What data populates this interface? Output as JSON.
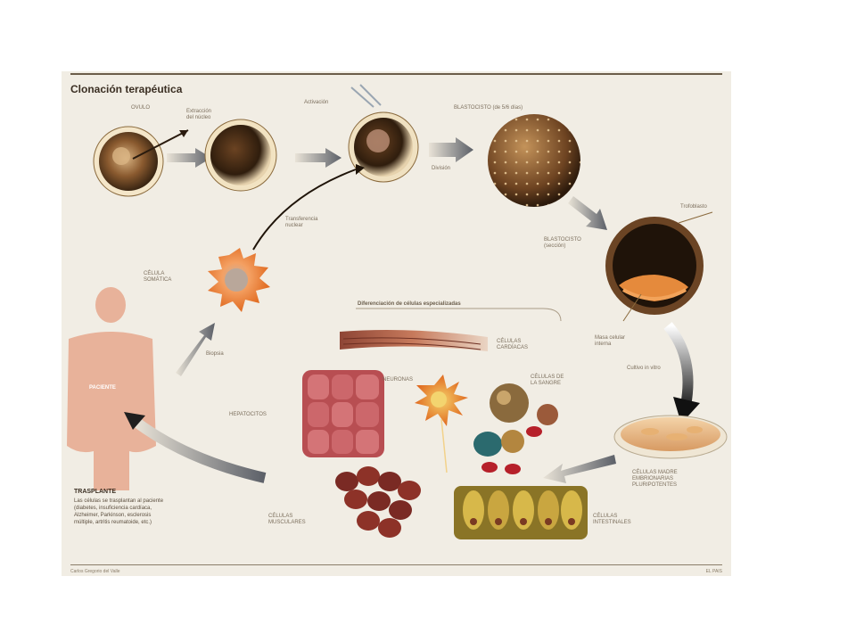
{
  "diagram": {
    "title": "Clonación terapéutica",
    "labels": {
      "ovulo": "OVULO",
      "extraccion": "Extracción\ndel núcleo",
      "activacion": "Activación",
      "blastocisto_5dias": "BLASTOCISTO (de 5/6 días)",
      "division": "División",
      "transferencia": "Transferencia\nnuclear",
      "celula_somatica": "CÉLULA\nSOMÁTICA",
      "biopsia": "Biopsia",
      "paciente": "PACIENTE",
      "trofoblasto": "Trofoblasto",
      "blastocisto_seccion": "BLASTOCISTO\n(sección)",
      "masa_celular": "Masa celular\ninterna",
      "cultivo": "Cultivo in vitro",
      "madre": "CÉLULAS MADRE\nEMBRIONARIAS\nPLURIPOTENTES",
      "diferenciacion": "Diferenciación de células especializadas",
      "cardiacas": "CÉLULAS\nCARDÍACAS",
      "neuronas": "NEURONAS",
      "hepatocitos": "HEPATOCITOS",
      "sangre": "CÉLULAS DE\nLA SANGRE",
      "musculares": "CÉLULAS\nMUSCULARES",
      "intestinales": "CÉLULAS\nINTESTINALES"
    },
    "trasplante": {
      "title": "TRASPLANTE",
      "text": "Las células se trasplantan al paciente\n(diabetes, insuficiencia cardíaca,\nAlzheimer, Parkinson, esclerosis\nmúltiple, artritis reumatoide, etc.)"
    },
    "footer_left": "Carlos Gregorio del Valle",
    "footer_right": "EL PAIS",
    "colors": {
      "panel": "#f1ede4",
      "cell_dark": "#4a3420",
      "cell_mid": "#b8844a",
      "somatic": "#f08a3c",
      "muscle": "#a8553f",
      "hepato": "#c26060",
      "red_cells": "#7a2a24",
      "intestine": "#c7a640"
    }
  }
}
